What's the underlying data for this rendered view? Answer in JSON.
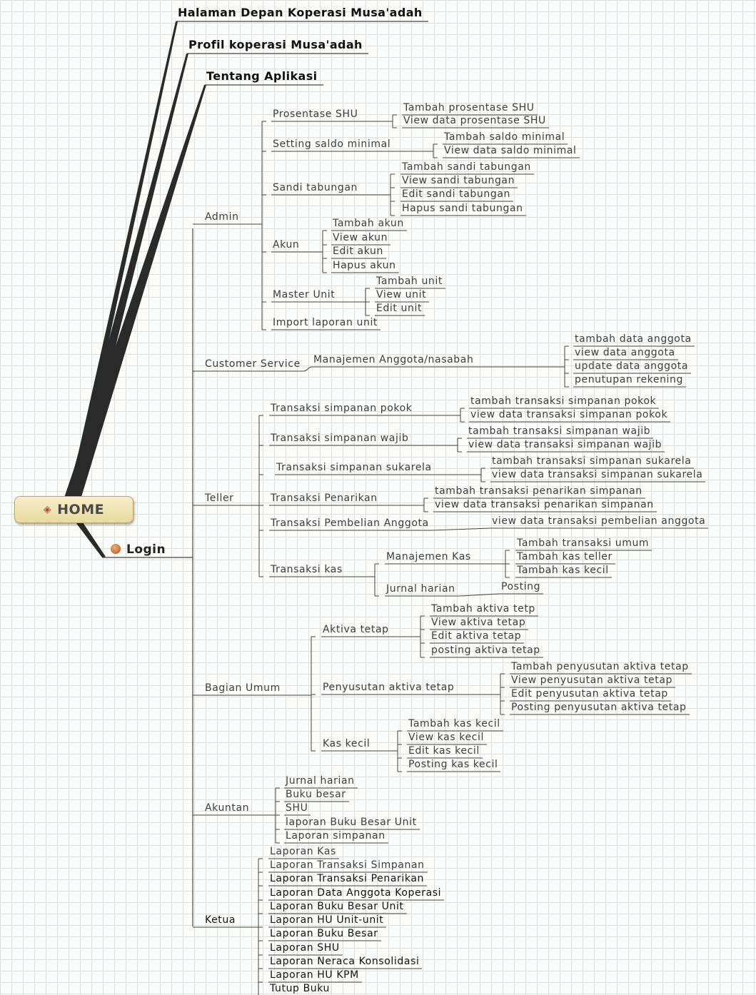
{
  "home": {
    "label": "HOME"
  },
  "top_pages": [
    "Halaman Depan Koperasi Musa'adah",
    "Profil koperasi Musa'adah",
    "Tentang Aplikasi"
  ],
  "login": {
    "label": "Login"
  },
  "roles": {
    "admin": {
      "label": "Admin",
      "groups": [
        {
          "label": "Prosentase SHU",
          "items": [
            "Tambah prosentase SHU",
            "View data prosentase SHU"
          ]
        },
        {
          "label": "Setting saldo minimal",
          "items": [
            "Tambah saldo minimal",
            "View data saldo minimal"
          ]
        },
        {
          "label": "Sandi tabungan",
          "items": [
            "Tambah sandi tabungan",
            "View sandi tabungan",
            "Edit sandi tabungan",
            "Hapus sandi tabungan"
          ]
        },
        {
          "label": "Akun",
          "items": [
            "Tambah akun",
            "View akun",
            "Edit akun",
            "Hapus akun"
          ]
        },
        {
          "label": "Master Unit",
          "items": [
            "Tambah unit",
            "View unit",
            "Edit unit"
          ]
        },
        {
          "label": "Import laporan unit",
          "items": []
        }
      ]
    },
    "cs": {
      "label": "Customer Service",
      "groups": [
        {
          "label": "Manajemen Anggota/nasabah",
          "items": [
            "tambah data anggota",
            "view data anggota",
            "update data anggota",
            "penutupan rekening"
          ]
        }
      ]
    },
    "teller": {
      "label": "Teller",
      "groups": [
        {
          "label": "Transaksi simpanan pokok",
          "items": [
            "tambah transaksi simpanan pokok",
            "view data transaksi simpanan pokok"
          ]
        },
        {
          "label": "Transaksi simpanan wajib",
          "items": [
            "tambah transaksi simpanan wajib",
            "view data transaksi simpanan wajib"
          ]
        },
        {
          "label": "Transaksi simpanan sukarela",
          "items": [
            "tambah transaksi simpanan sukarela",
            "view data transaksi simpanan sukarela"
          ]
        },
        {
          "label": "Transaksi Penarikan",
          "items": [
            "tambah transaksi penarikan simpanan",
            "view data transaksi penarikan simpanan"
          ]
        },
        {
          "label": "Transaksi Pembelian Anggota",
          "items": [
            "view data transaksi pembelian anggota"
          ]
        },
        {
          "label": "Transaksi kas",
          "subgroups": [
            {
              "label": "Manajemen Kas",
              "items": [
                "Tambah transaksi umum",
                "Tambah kas teller",
                "Tambah kas kecil"
              ]
            },
            {
              "label": "Jurnal harian",
              "items": [
                "Posting"
              ]
            }
          ]
        }
      ]
    },
    "umum": {
      "label": "Bagian Umum",
      "groups": [
        {
          "label": "Aktiva tetap",
          "items": [
            "Tambah aktiva tetp",
            "View aktiva tetap",
            "Edit aktiva tetap",
            "posting aktiva tetap"
          ]
        },
        {
          "label": "Penyusutan aktiva tetap",
          "items": [
            "Tambah penyusutan aktiva tetap",
            "View penyusutan aktiva tetap",
            "Edit penyusutan aktiva tetap",
            "Posting penyusutan aktiva tetap"
          ]
        },
        {
          "label": "Kas kecil",
          "items": [
            "Tambah kas kecil",
            "View kas kecil",
            "Edit kas kecil",
            "Posting kas kecil"
          ]
        }
      ]
    },
    "akuntan": {
      "label": "Akuntan",
      "items": [
        "Jurnal harian",
        "Buku besar",
        "SHU",
        "laporan Buku Besar Unit",
        "Laporan simpanan"
      ]
    },
    "ketua": {
      "label": "Ketua",
      "items": [
        "Laporan Kas",
        "Laporan Transaksi Simpanan",
        "Laporan Transaksi Penarikan",
        "Laporan Data Anggota Koperasi",
        "Laporan Buku Besar Unit",
        "Laporan HU Unit-unit",
        "Laporan Buku Besar",
        "Laporan SHU",
        "Laporan Neraca Konsolidasi",
        "Laporan HU KPM",
        "Tutup Buku"
      ]
    }
  }
}
